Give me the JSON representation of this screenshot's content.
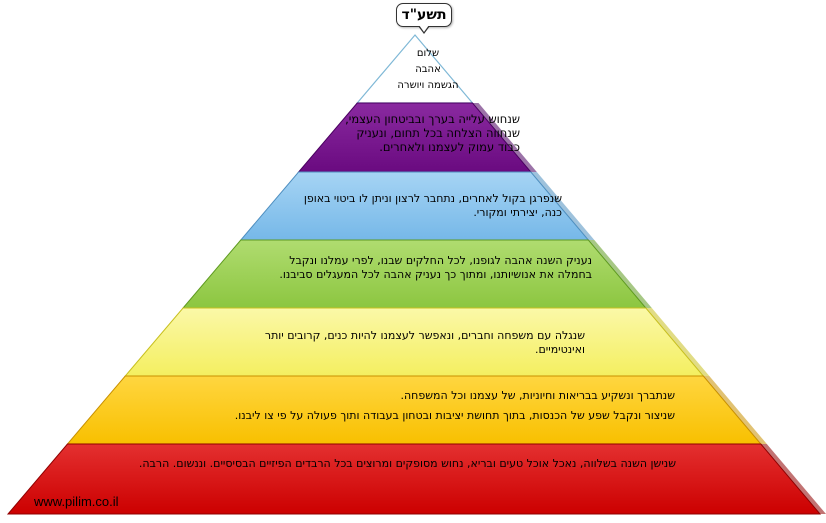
{
  "title": "תשע\"ד",
  "watermark": "www.pilim.co.il",
  "layers": [
    {
      "lines": [
        "שלום",
        "אהבה",
        "הגשמה ויושרה"
      ],
      "fill": "#ffffff",
      "fill_light": "#ffffff",
      "edge": "#7fb8d6"
    },
    {
      "lines": [
        "שנחוש עלייה בערך ובביטחון העצמי, שנחווה הצלחה בכל תחום,  ונעניק כבוד עמוק לעצמנו ולאחרים."
      ],
      "fill": "#6a0a80",
      "fill_light": "#8a2aa0",
      "edge": "#4a0060"
    },
    {
      "lines": [
        "שנפרגן בקול לאחרים, נתחבר לרצון וניתן לו ביטוי באופן כנה, יצירתי ומקורי."
      ],
      "fill": "#76b8e8",
      "fill_light": "#a6d4f4",
      "edge": "#4f8fc0"
    },
    {
      "lines": [
        "נעניק השנה אהבה לגופנו, לכל החלקים שבנו, לפרי עמלנו ונקבל בחמלה את אנושיותנו, ומתוך כך נעניק אהבה לכל המעגלים סביבנו."
      ],
      "fill": "#8cc640",
      "fill_light": "#b0dc70",
      "edge": "#5e9a20"
    },
    {
      "lines": [
        "שנגלה עם משפחה וחברים, ונאפשר לעצמנו להיות כנים, קרובים יותר ואינטימיים."
      ],
      "fill": "#f4ef60",
      "fill_light": "#fbf8a8",
      "edge": "#c8c020"
    },
    {
      "lines": [
        "שנתברך ונשקיע בבריאות וחיוניות, של עצמנו וכל המשפחה.",
        "שניצור ונקבל שפע של הכנסות, בתוך תחושת יציבות ובטחון בעבודה ותוך פעולה על פי צו ליבנו."
      ],
      "fill": "#f8c000",
      "fill_light": "#ffd640",
      "edge": "#c89000"
    },
    {
      "lines": [
        "שנישן השנה בשלווה, נאכל אוכל טעים ובריא, נחוש מסופקים ומרוצים בכל הרבדים הפיזיים הבסיסיים. וננשום. הרבה."
      ],
      "fill": "#cc0000",
      "fill_light": "#e43030",
      "edge": "#900000"
    }
  ]
}
